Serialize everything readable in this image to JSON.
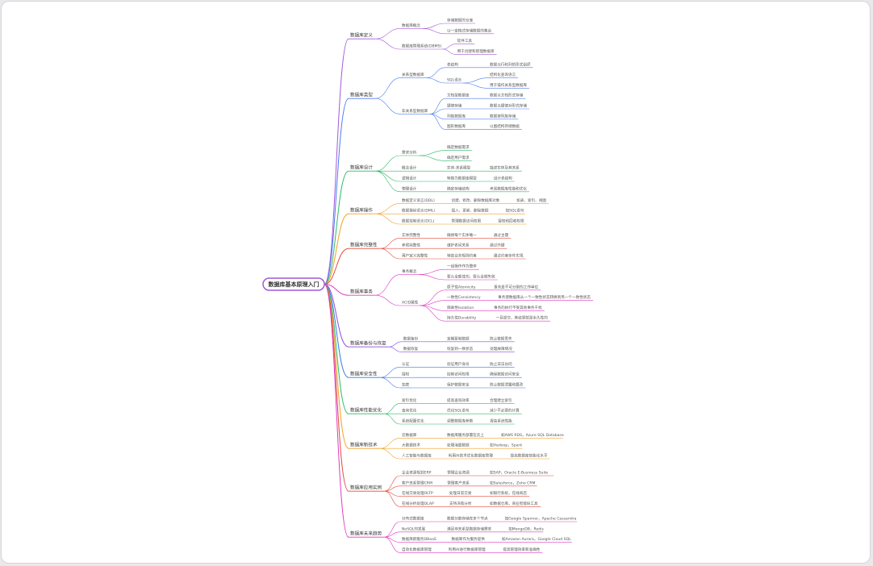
{
  "root": "数据库基本原理入门",
  "branches": [
    {
      "label": "数据库定义",
      "color": "#a259d9",
      "children": [
        {
          "label": "数据库概念",
          "children": [
            {
              "label": "存储数据的仓库"
            },
            {
              "label": "以一定格式存储数据的集合"
            }
          ]
        },
        {
          "label": "数据库管理系统(DBMS)",
          "children": [
            {
              "label": "软件工具"
            },
            {
              "label": "用于创建和管理数据库"
            }
          ]
        }
      ]
    },
    {
      "label": "数据库类型",
      "color": "#4c7cf0",
      "children": [
        {
          "label": "关系型数据库",
          "children": [
            {
              "label": "表结构",
              "children": [
                {
                  "label": "数据以行和列的形式组织"
                }
              ]
            },
            {
              "label": "SQL语言",
              "children": [
                {
                  "label": "结构化查询语言"
                },
                {
                  "label": "用于操作关系型数据库"
                }
              ]
            }
          ]
        },
        {
          "label": "非关系型数据库",
          "children": [
            {
              "label": "文档型数据库",
              "children": [
                {
                  "label": "数据以文档形式存储"
                }
              ]
            },
            {
              "label": "键值存储",
              "children": [
                {
                  "label": "数据以键值对形式存储"
                }
              ]
            },
            {
              "label": "列族数据库",
              "children": [
                {
                  "label": "数据按列族存储"
                }
              ]
            },
            {
              "label": "图形数据库",
              "children": [
                {
                  "label": "以图结构存储数据"
                }
              ]
            }
          ]
        }
      ]
    },
    {
      "label": "数据库设计",
      "color": "#2fb86a",
      "children": [
        {
          "label": "需求分析",
          "children": [
            {
              "label": "确定数据需求"
            },
            {
              "label": "确定用户需求"
            }
          ]
        },
        {
          "label": "概念设计",
          "children": [
            {
              "label": "实体-关系模型",
              "children": [
                {
                  "label": "描述实体及其关系"
                }
              ]
            }
          ]
        },
        {
          "label": "逻辑设计",
          "children": [
            {
              "label": "转换为数据库模型",
              "children": [
                {
                  "label": "设计表结构"
                }
              ]
            }
          ]
        },
        {
          "label": "物理设计",
          "children": [
            {
              "label": "确定存储结构",
              "children": [
                {
                  "label": "考虑数据库性能和优化"
                }
              ]
            }
          ]
        }
      ]
    },
    {
      "label": "数据库操作",
      "color": "#f0a020",
      "children": [
        {
          "label": "数据定义语言(DDL)",
          "children": [
            {
              "label": "创建、修改、删除数据库对象",
              "children": [
                {
                  "label": "如表、索引、视图"
                }
              ]
            }
          ]
        },
        {
          "label": "数据操纵语言(DML)",
          "children": [
            {
              "label": "插入、更新、删除数据",
              "children": [
                {
                  "label": "如SQL语句"
                }
              ]
            }
          ]
        },
        {
          "label": "数据控制语言(DCL)",
          "children": [
            {
              "label": "管理数据访问权限",
              "children": [
                {
                  "label": "授权和回收权限"
                }
              ]
            }
          ]
        }
      ]
    },
    {
      "label": "数据库完整性",
      "color": "#e04a3a",
      "children": [
        {
          "label": "实体完整性",
          "children": [
            {
              "label": "确保每个实体唯一",
              "children": [
                {
                  "label": "通过主键"
                }
              ]
            }
          ]
        },
        {
          "label": "参照完整性",
          "children": [
            {
              "label": "维护表间关系",
              "children": [
                {
                  "label": "通过外键"
                }
              ]
            }
          ]
        },
        {
          "label": "用户定义完整性",
          "children": [
            {
              "label": "特定业务规则约束",
              "children": [
                {
                  "label": "通过约束条件实现"
                }
              ]
            }
          ]
        }
      ]
    },
    {
      "label": "数据库事务",
      "color": "#e03ac0",
      "children": [
        {
          "label": "事务概念",
          "children": [
            {
              "label": "一组操作作为整体"
            },
            {
              "label": "要么全部成功，要么全部失败"
            }
          ]
        },
        {
          "label": "ACID属性",
          "children": [
            {
              "label": "原子性Atomicity",
              "children": [
                {
                  "label": "事务是不可分割的工作单位"
                }
              ]
            },
            {
              "label": "一致性Consistency",
              "children": [
                {
                  "label": "事务使数据库从一个一致性状态转换到另一个一致性状态"
                }
              ]
            },
            {
              "label": "隔离性Isolation",
              "children": [
                {
                  "label": "事务的执行不受其他事务干扰"
                }
              ]
            },
            {
              "label": "持久性Durability",
              "children": [
                {
                  "label": "一旦提交，其结果就是永久性的"
                }
              ]
            }
          ]
        }
      ]
    },
    {
      "label": "数据库备份与恢复",
      "color": "#8a4ee0",
      "children": [
        {
          "label": "数据备份",
          "children": [
            {
              "label": "定期复制数据",
              "children": [
                {
                  "label": "防止数据丢失"
                }
              ]
            }
          ]
        },
        {
          "label": "数据恢复",
          "children": [
            {
              "label": "恢复到一致状态",
              "children": [
                {
                  "label": "处理故障情况"
                }
              ]
            }
          ]
        }
      ]
    },
    {
      "label": "数据库安全性",
      "color": "#3a78e0",
      "children": [
        {
          "label": "认证",
          "children": [
            {
              "label": "验证用户身份",
              "children": [
                {
                  "label": "防止非法访问"
                }
              ]
            }
          ]
        },
        {
          "label": "授权",
          "children": [
            {
              "label": "控制访问权限",
              "children": [
                {
                  "label": "确保数据访问安全"
                }
              ]
            }
          ]
        },
        {
          "label": "加密",
          "children": [
            {
              "label": "保护数据安全",
              "children": [
                {
                  "label": "防止数据泄露和篡改"
                }
              ]
            }
          ]
        }
      ]
    },
    {
      "label": "数据库性能优化",
      "color": "#2fb86a",
      "children": [
        {
          "label": "索引优化",
          "children": [
            {
              "label": "提高查询效率",
              "children": [
                {
                  "label": "合理建立索引"
                }
              ]
            }
          ]
        },
        {
          "label": "查询优化",
          "children": [
            {
              "label": "优化SQL语句",
              "children": [
                {
                  "label": "减少不必要的计算"
                }
              ]
            }
          ]
        },
        {
          "label": "系统配置优化",
          "children": [
            {
              "label": "调整数据库参数",
              "children": [
                {
                  "label": "提高系统性能"
                }
              ]
            }
          ]
        }
      ]
    },
    {
      "label": "数据库新技术",
      "color": "#f0a020",
      "children": [
        {
          "label": "云数据库",
          "children": [
            {
              "label": "数据库服务部署在云上",
              "children": [
                {
                  "label": "如AWS RDS，Azure SQL Database"
                }
              ]
            }
          ]
        },
        {
          "label": "大数据技术",
          "children": [
            {
              "label": "处理海量数据",
              "children": [
                {
                  "label": "如Hadoop，Spark"
                }
              ]
            }
          ]
        },
        {
          "label": "人工智能与数据库",
          "children": [
            {
              "label": "利用AI技术优化数据库管理",
              "children": [
                {
                  "label": "提高数据库智能化水平"
                }
              ]
            }
          ]
        }
      ]
    },
    {
      "label": "数据库应用实例",
      "color": "#e04a3a",
      "children": [
        {
          "label": "企业资源规划ERP",
          "children": [
            {
              "label": "管理企业资源",
              "children": [
                {
                  "label": "如SAP，Oracle E-Business Suite"
                }
              ]
            }
          ]
        },
        {
          "label": "客户关系管理CRM",
          "children": [
            {
              "label": "管理客户关系",
              "children": [
                {
                  "label": "如Salesforce，Zoho CRM"
                }
              ]
            }
          ]
        },
        {
          "label": "在线交易处理OLTP",
          "children": [
            {
              "label": "处理日常交易",
              "children": [
                {
                  "label": "如银行系统，在线商店"
                }
              ]
            }
          ]
        },
        {
          "label": "在线分析处理OLAP",
          "children": [
            {
              "label": "支持决策分析",
              "children": [
                {
                  "label": "如数据仓库，商业智能BI工具"
                }
              ]
            }
          ]
        }
      ]
    },
    {
      "label": "数据库未来趋势",
      "color": "#e03ac0",
      "children": [
        {
          "label": "分布式数据库",
          "children": [
            {
              "label": "数据分散存储在多个节点",
              "children": [
                {
                  "label": "如Google Spanner，Apache Cassandra"
                }
              ]
            }
          ]
        },
        {
          "label": "NoSQL的发展",
          "children": [
            {
              "label": "满足非关系型数据存储需求",
              "children": [
                {
                  "label": "如MongoDB，Redis"
                }
              ]
            }
          ]
        },
        {
          "label": "数据库即服务DBaaS",
          "children": [
            {
              "label": "数据库作为服务提供",
              "children": [
                {
                  "label": "如Amazon Aurora，Google Cloud SQL"
                }
              ]
            }
          ]
        },
        {
          "label": "自动化数据库管理",
          "children": [
            {
              "label": "利用AI进行数据库管理",
              "children": [
                {
                  "label": "提高管理效率和准确性"
                }
              ]
            }
          ]
        }
      ]
    }
  ]
}
